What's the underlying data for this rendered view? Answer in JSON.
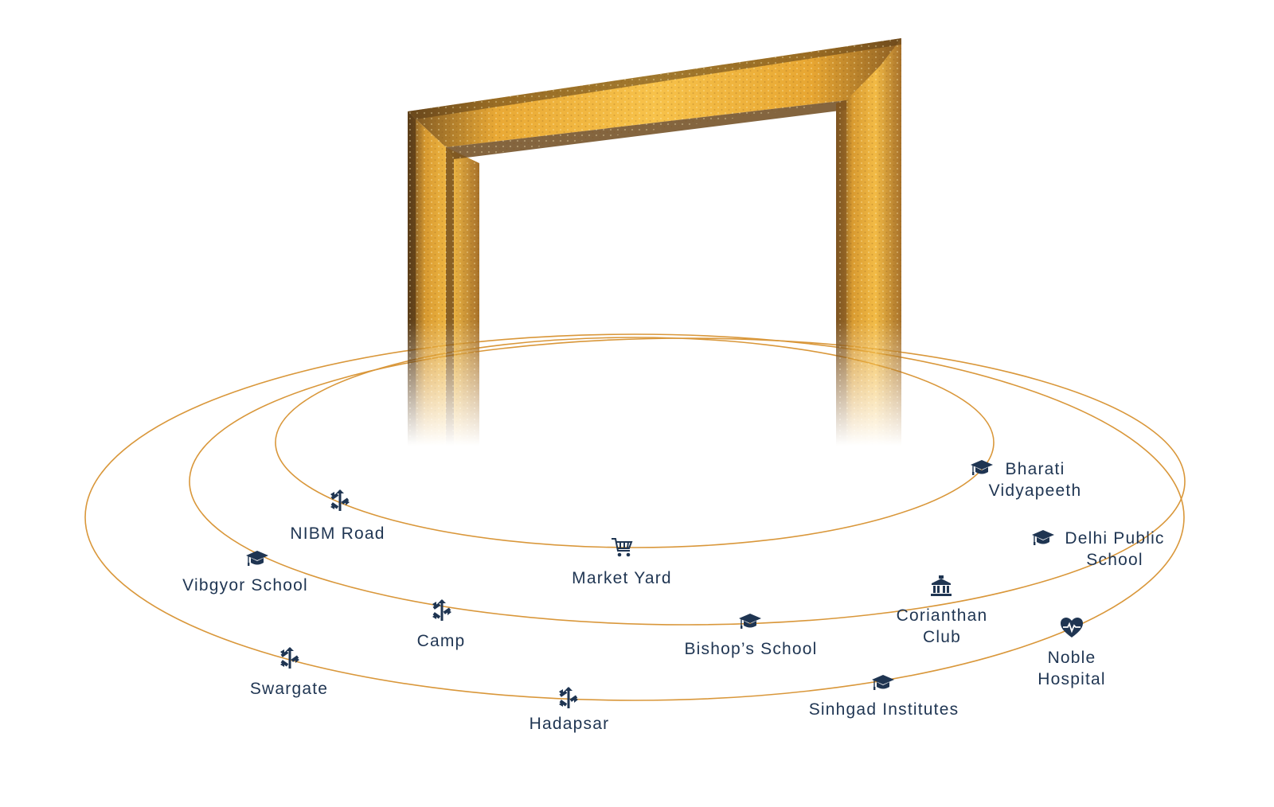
{
  "colors": {
    "ring": "#d9973a",
    "label": "#1f3552",
    "gold_light": "#f2b53d",
    "gold_dark": "#b37a1e",
    "gold_shadow": "#6e4a1d"
  },
  "rings": [
    "inner",
    "middle",
    "outer"
  ],
  "landmarks": [
    {
      "id": "bharati",
      "ring": "inner",
      "icon": "graduation-cap-icon",
      "lines": [
        "Bharati",
        "Vidyapeeth"
      ]
    },
    {
      "id": "nibm",
      "ring": "inner",
      "icon": "crossroads-icon",
      "lines": [
        "NIBM Road"
      ]
    },
    {
      "id": "market-yard",
      "ring": "inner",
      "icon": "shopping-cart-icon",
      "lines": [
        "Market Yard"
      ]
    },
    {
      "id": "delhi-public",
      "ring": "middle",
      "icon": "graduation-cap-icon",
      "lines": [
        "Delhi Public",
        "School"
      ]
    },
    {
      "id": "vibgyor",
      "ring": "middle",
      "icon": "graduation-cap-icon",
      "lines": [
        "Vibgyor School"
      ]
    },
    {
      "id": "camp",
      "ring": "middle",
      "icon": "crossroads-icon",
      "lines": [
        "Camp"
      ]
    },
    {
      "id": "bishops",
      "ring": "middle",
      "icon": "graduation-cap-icon",
      "lines": [
        "Bishop’s School"
      ]
    },
    {
      "id": "corianthan",
      "ring": "middle",
      "icon": "club-building-icon",
      "lines": [
        "Corianthan",
        "Club"
      ]
    },
    {
      "id": "noble",
      "ring": "outer",
      "icon": "heart-pulse-icon",
      "lines": [
        "Noble",
        "Hospital"
      ]
    },
    {
      "id": "swargate",
      "ring": "outer",
      "icon": "crossroads-icon",
      "lines": [
        "Swargate"
      ]
    },
    {
      "id": "hadapsar",
      "ring": "outer",
      "icon": "crossroads-icon",
      "lines": [
        "Hadapsar"
      ]
    },
    {
      "id": "sinhgad",
      "ring": "outer",
      "icon": "graduation-cap-icon",
      "lines": [
        "Sinhgad Institutes"
      ]
    }
  ]
}
